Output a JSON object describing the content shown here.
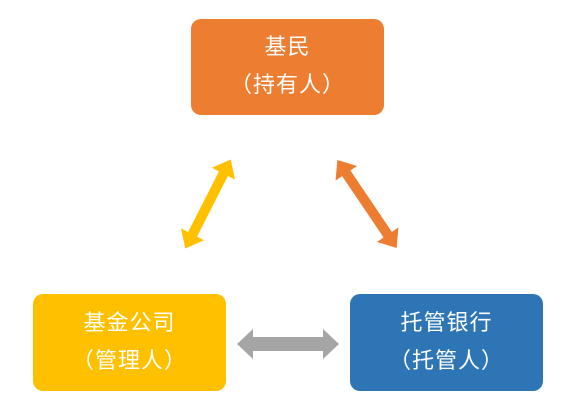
{
  "nodes": {
    "top": {
      "title": "基民",
      "subtitle": "（持有人）",
      "color": "#ED7D31"
    },
    "left": {
      "title": "基金公司",
      "subtitle": "（管理人）",
      "color": "#FFC000"
    },
    "right": {
      "title": "托管银行",
      "subtitle": "（托管人）",
      "color": "#2E75B6"
    }
  },
  "arrows": {
    "top_left": {
      "color": "#FFC000"
    },
    "top_right": {
      "color": "#ED7D31"
    },
    "left_right": {
      "color": "#A5A5A5"
    }
  }
}
